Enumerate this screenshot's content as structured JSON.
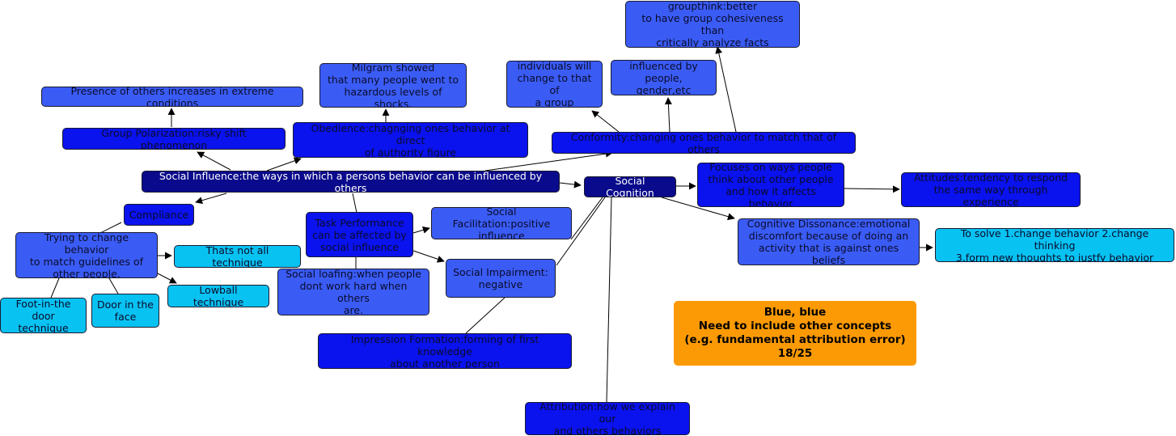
{
  "colors": {
    "navy": "#0a0a8c",
    "blue": "#0a12ee",
    "medium_blue": "#3a5cf5",
    "cyan": "#08c2f2",
    "orange": "#fb9a05",
    "line": "#000000"
  },
  "nodes": {
    "groupthink": "groupthink:better\nto have group cohesiveness than\ncritically analyze facts",
    "influenced_by": "influenced by\npeople, gender,etc",
    "individuals_change": "individuals will\nchange to that of\na group",
    "milgram": "Milgram showed\nthat many people went to\nhazardous levels of shocks.",
    "presence_of_others": "Presence of others increases in extreme conditions",
    "group_polarization": "Group Polarization:risky shift phenomenon",
    "obedience": "Obedience:chagnging ones behavior at direct\nof authority figure",
    "conformity": "Conformity:changing ones behavior to match that of others",
    "social_influence": "Social Influence:the ways in which a persons behavior can be influenced by others",
    "social_cognition": "Social Cognition",
    "focuses_on": "Focuses on ways people\nthink about other people\nand how it affects behavior",
    "attitudes": "Attitudes:tendency to respond\nthe same way through experience",
    "compliance": "Compliance",
    "trying_to_change": "Trying to change behavior\nto match guidelines of\nother people.",
    "thats_not_all": "Thats not all technique",
    "lowball": "Lowball technique",
    "foot_in_door": "Foot-in-the\ndoor technique",
    "door_in_face": "Door in the\nface",
    "task_performance": "Task Performance\ncan be affected by\nsocial influence",
    "social_facilitation": "Social Facilitation:positive\ninfluence",
    "social_loafing": "Social loafing:when people\ndont work hard when others\nare.",
    "social_impairment": "Social Impairment:\nnegative",
    "impression_formation": "Impression Formation:forming of first knowledge\nabout another person",
    "cognitive_dissonance": "Cognitive Dissonance:emotional\ndiscomfort because of doing an\nactivity that is against ones beliefs",
    "to_solve": "To solve 1.change behavior 2.change thinking\n3.form new thoughts to justfy behavior",
    "attribution": "Attribution:how we explain our\nand others behaviors",
    "feedback": "Blue, blue\nNeed to include other concepts\n(e.g. fundamental attribution error)\n18/25"
  }
}
